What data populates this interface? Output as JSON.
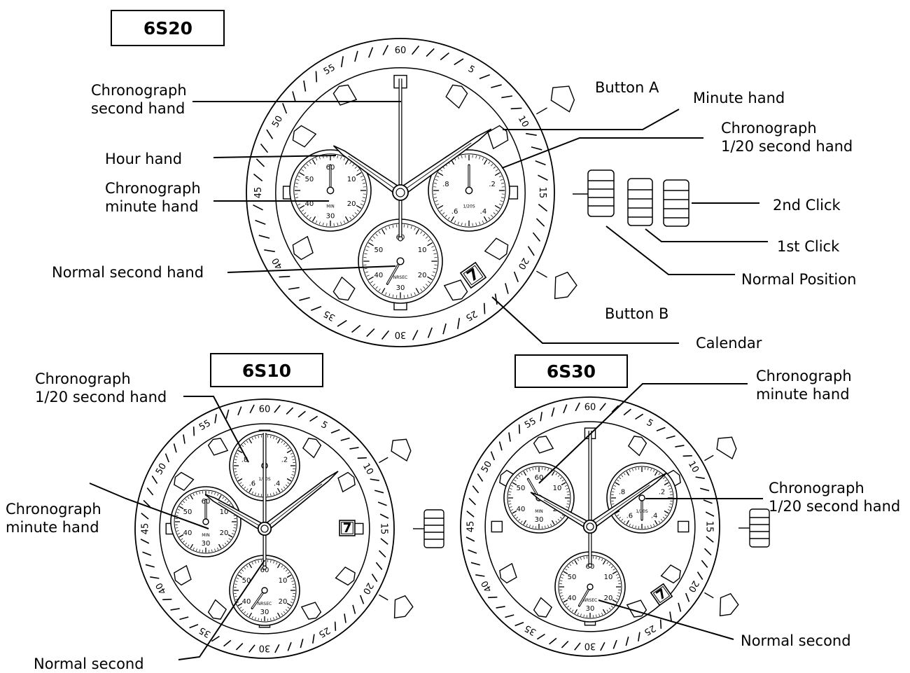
{
  "models": {
    "top": {
      "title": "6S20",
      "labels": {
        "chrono_second": [
          "Chronograph",
          "second hand"
        ],
        "hour_hand": "Hour hand",
        "chrono_minute": [
          "Chronograph",
          "minute hand"
        ],
        "normal_second": "Normal second hand",
        "minute_hand": "Minute hand",
        "chrono_1_20": [
          "Chronograph",
          "1/20 second hand"
        ],
        "button_a": "Button A",
        "button_b": "Button B",
        "second_click": "2nd Click",
        "first_click": "1st Click",
        "normal_position": "Normal Position",
        "calendar": "Calendar"
      },
      "date": "7"
    },
    "left": {
      "title": "6S10",
      "labels": {
        "chrono_1_20": [
          "Chronograph",
          "1/20 second hand"
        ],
        "chrono_minute": [
          "Chronograph",
          "minute hand"
        ],
        "normal_second": "Normal second"
      },
      "date": "7"
    },
    "right": {
      "title": "6S30",
      "labels": {
        "chrono_minute": [
          "Chronograph",
          "minute hand"
        ],
        "chrono_1_20": [
          "Chronograph",
          "1/20 second hand"
        ],
        "normal_second": "Normal second"
      },
      "date": "7"
    }
  },
  "bezel_numbers": [
    "60",
    "5",
    "10",
    "15",
    "20",
    "25",
    "30",
    "35",
    "40",
    "45",
    "50",
    "55"
  ],
  "minute_subdial_numbers": [
    "60",
    "10",
    "20",
    "30",
    "40",
    "50"
  ],
  "minute_subdial_text": "MIN",
  "fraction_subdial_numbers": [
    ".2",
    ".4",
    ".6",
    ".8"
  ],
  "fraction_subdial_text": "1/20S",
  "second_subdial_numbers": [
    "60",
    "10",
    "20",
    "30",
    "40",
    "50"
  ],
  "second_subdial_text": "NRSEC"
}
